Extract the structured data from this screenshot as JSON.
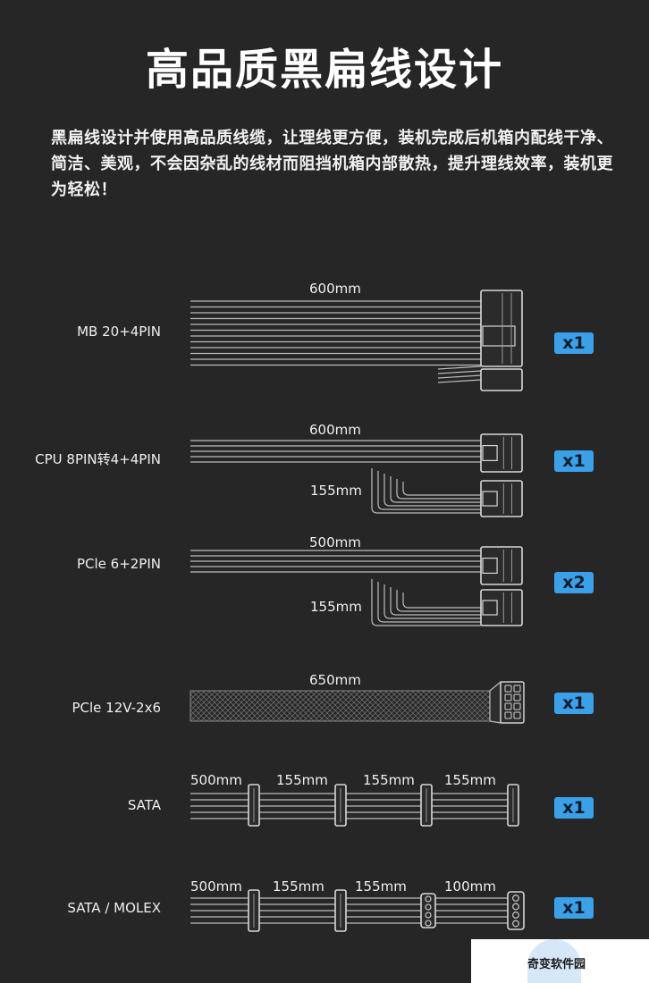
{
  "title": "高品质黑扁线设计",
  "intro": "黑扁线设计并使用高品质线缆，让理线更方便，装机完成后机箱内配线干净、简洁、美观，不会因杂乱的线材而阻挡机箱内部散热，提升理线效率，装机更为轻松！",
  "cables": [
    {
      "label": "MB 20+4PIN",
      "lengths": [
        "600mm"
      ],
      "qty": "x1"
    },
    {
      "label": "CPU 8PIN转4+4PIN",
      "lengths": [
        "600mm",
        "155mm"
      ],
      "qty": "x1"
    },
    {
      "label": "PCle 6+2PIN",
      "lengths": [
        "500mm",
        "155mm"
      ],
      "qty": "x2"
    },
    {
      "label": "PCle 12V-2x6",
      "lengths": [
        "650mm"
      ],
      "qty": "x1"
    },
    {
      "label": "SATA",
      "lengths": [
        "500mm",
        "155mm",
        "155mm",
        "155mm"
      ],
      "qty": "x1"
    },
    {
      "label": "SATA / MOLEX",
      "lengths": [
        "500mm",
        "155mm",
        "155mm",
        "100mm"
      ],
      "qty": "x1"
    }
  ],
  "watermark": "奇变软件园",
  "colors": {
    "background": "#262626",
    "cable": "#bdbdbd",
    "badge": "#3aa0e8"
  }
}
